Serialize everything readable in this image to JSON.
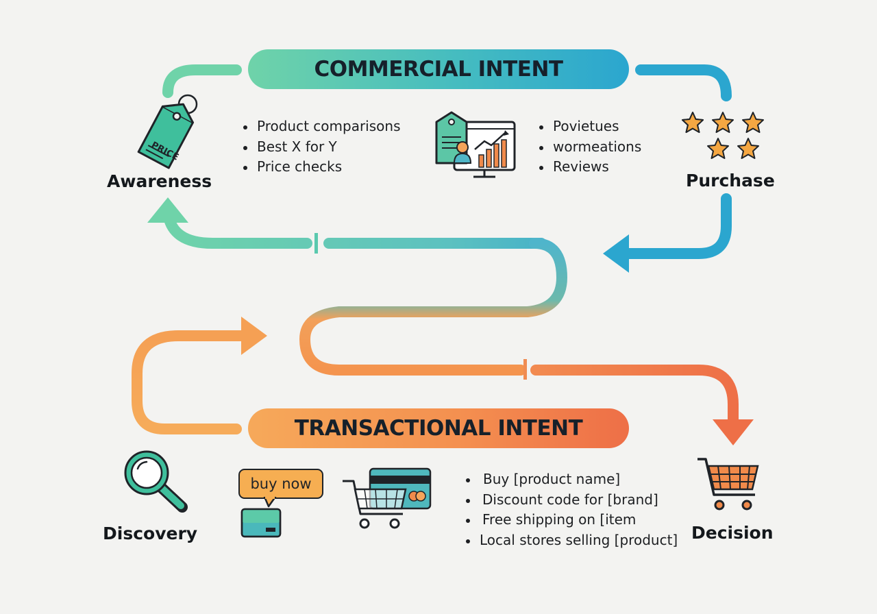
{
  "commercial": {
    "title": "COMMERCIAL INTENT",
    "left_list": [
      "Product comparisons",
      "Best X for Y",
      "Price checks"
    ],
    "right_list": [
      "Povietues",
      "wormeations",
      "Reviews"
    ]
  },
  "transactional": {
    "title": "TRANSACTIONAL INTENT",
    "list": [
      "Buy [product name]",
      "Discount code for [brand]",
      "Free shipping on [item",
      "Local stores selling [product]"
    ],
    "speech_bubble": "buy now"
  },
  "stages": {
    "awareness": "Awareness",
    "purchase": "Purchase",
    "discovery": "Discovery",
    "decision": "Decision"
  },
  "price_tag_text": "PRICE",
  "colors": {
    "teal": "#5ccaa8",
    "blue": "#2ba6cf",
    "orange": "#f49a4d",
    "red_orange": "#ee6f47",
    "background": "#f3f3f1"
  },
  "icons": [
    "price-tag-icon",
    "analytics-monitor-icon",
    "stars-rating-icon",
    "magnifier-icon",
    "credit-card-icon",
    "shopping-cart-card-icon",
    "shopping-cart-icon"
  ]
}
